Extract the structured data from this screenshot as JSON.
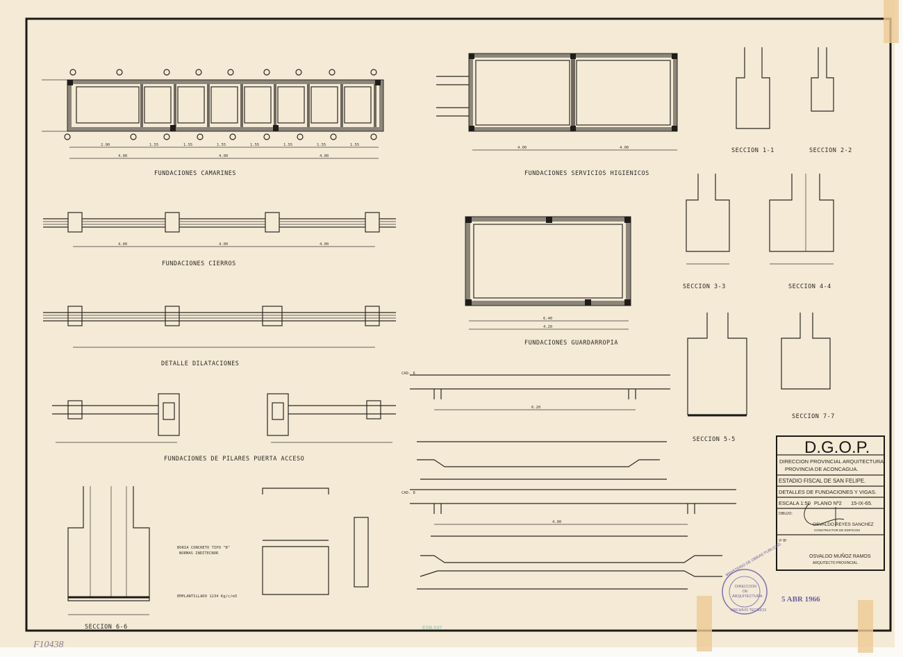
{
  "colors": {
    "paper": "#f4ead6",
    "ink": "#2a2622",
    "stamp": "#6d5f9e",
    "tape": "#eecb93"
  },
  "drawings": {
    "camarines": "FUNDACIONES CAMARINES",
    "servicios": "FUNDACIONES SERVICIOS HIGIENICOS",
    "cierros": "FUNDACIONES CIERROS",
    "dilataciones": "DETALLE DILATACIONES",
    "guardarropia": "FUNDACIONES GUARDARROPIA",
    "pilares": "FUNDACIONES DE PILARES PUERTA ACCESO",
    "sec11": "SECCION 1-1",
    "sec22": "SECCION 2-2",
    "sec33": "SECCION 3-3",
    "sec44": "SECCION 4-4",
    "sec55": "SECCION 5-5",
    "sec66": "SECCION 6-6",
    "sec77": "SECCION 7-7"
  },
  "notes": {
    "concreto_1": "BORIA CONCRETO TIPO \"B\"",
    "concreto_2": "NORMAS INDITECNOR",
    "emplantillado": "EMPLANTILLADO 1234 Kg/c/m3",
    "cad_1": "CAD. 6",
    "cad_2": "CAD. 8"
  },
  "dimensions": {
    "camarines_spans": [
      "2.00",
      "1.55",
      "1.55",
      "1.55",
      "1.55",
      "1.55",
      "1.55",
      "1.55"
    ],
    "camarines_totals": [
      "4.00",
      "4.00",
      "4.00"
    ],
    "cierros_totals": [
      "4.00",
      "4.00",
      "4.00"
    ],
    "guardarropia": [
      "6.40",
      "4.20"
    ],
    "viga": [
      "6.20",
      "4.00",
      "4.00"
    ]
  },
  "title_block": {
    "logo": "D.G.O.P.",
    "org_1": "DIRECCION PROVINCIAL ARQUITECTURA",
    "org_2": "PROVINCIA DE ACONCAGUA.",
    "project": "ESTADIO FISCAL DE SAN FELIPE.",
    "sheet_title": "DETALLES DE FUNDACIONES Y VIGAS.",
    "scale": "ESCALA 1:50",
    "plan_no": "PLANO Nº2",
    "date": "15-IX-65.",
    "drawn_label": "DIBUJO:",
    "drawn_by": "OSVALDO REYES SANCHEZ",
    "drawn_by_role": "CONSTRUCTOR DE EDIFICIOS",
    "approved_label": "Vº Bº",
    "approved_by": "OSVALDO MUÑOZ RAMOS",
    "approved_by_role": "ARQUITECTO PROVINCIAL."
  },
  "stamp": {
    "ring": "MINISTERIO DE OBRAS PUBLICAS",
    "center_1": "DIRECCION",
    "center_2": "DE",
    "center_3": "ARQUITECTURA",
    "bottom": "ARCHIVO TECNICO",
    "date": "5 ABR 1966"
  },
  "archive_marks": {
    "handwritten": "F10438",
    "green_stamp": "ESB.X47"
  }
}
